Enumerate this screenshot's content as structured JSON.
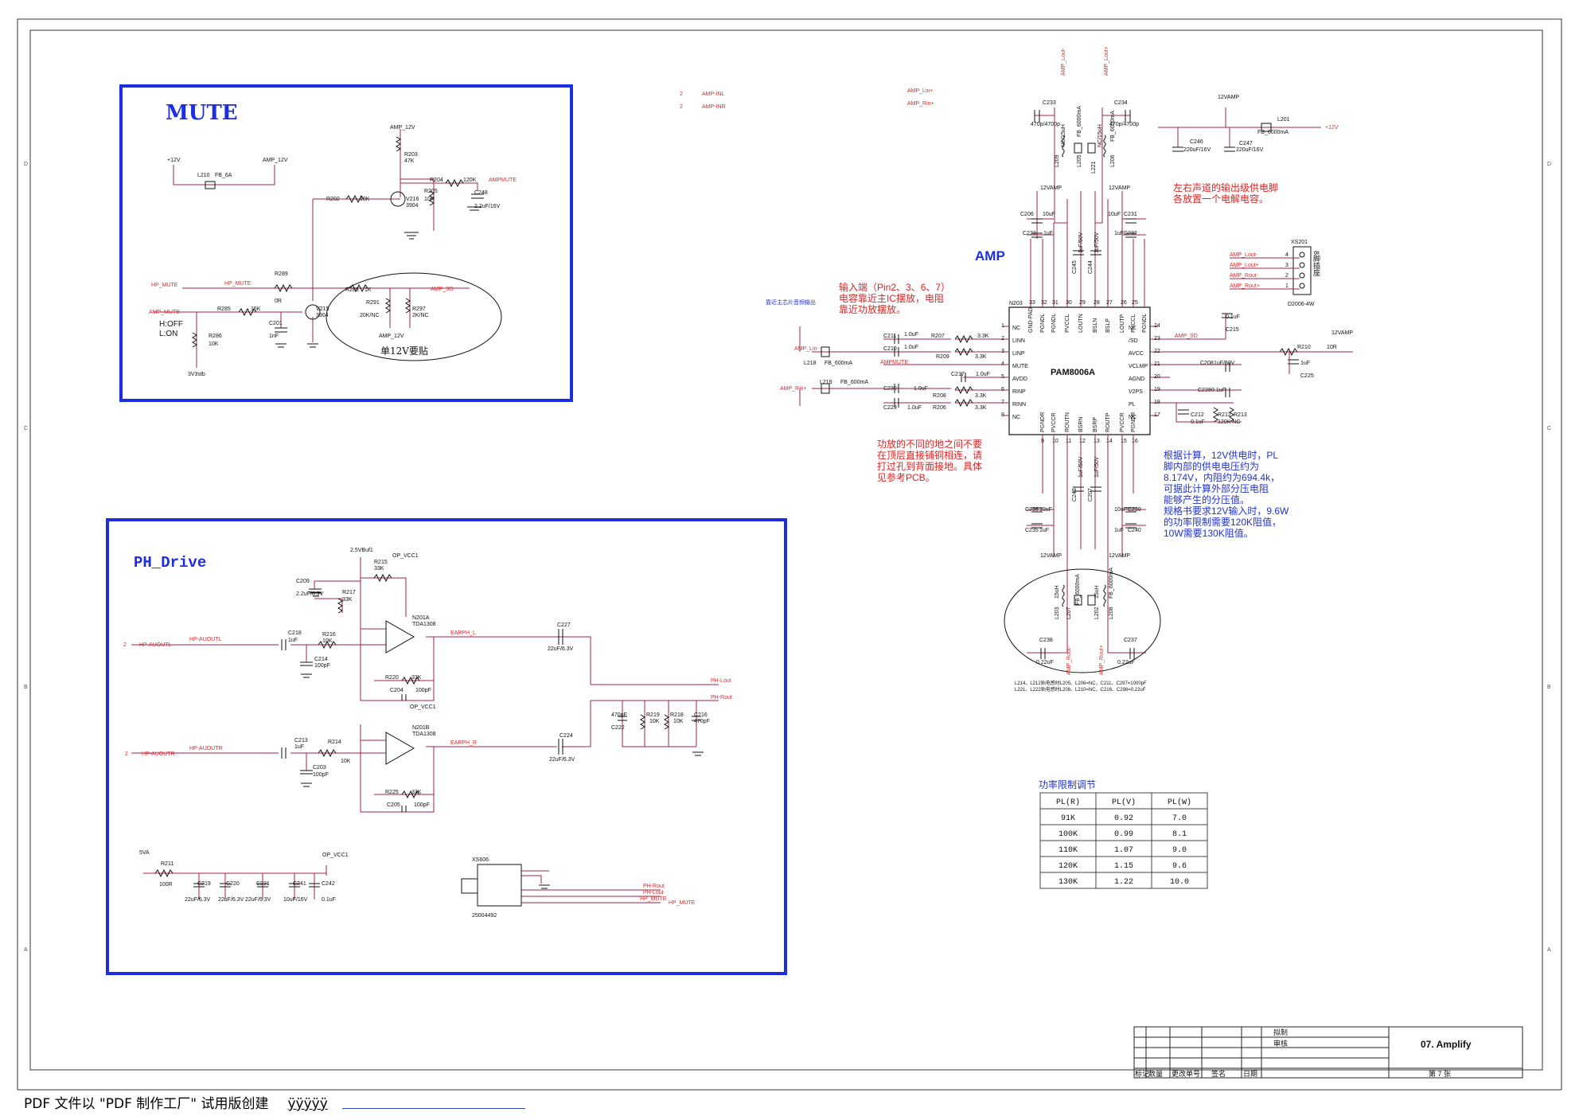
{
  "sheet": {
    "title": "07. Amplify",
    "page_label": "第  7  张",
    "rows": [
      "拟制",
      "审核"
    ],
    "footer_cols": [
      "标记",
      "数量",
      "更改单号",
      "签名",
      "日期"
    ]
  },
  "watermark": {
    "text": "PDF 文件以 \"PDF 制作工厂\" 试用版创建",
    "suffix": "ÿÿÿÿÿ"
  },
  "mute": {
    "title": "MUTE",
    "note_state": [
      "H:OFF",
      "L:ON"
    ],
    "callout": "单12V要贴",
    "nets": {
      "plus12v": "+12V",
      "amp12v_a": "AMP_12V",
      "amp12v_b": "AMP_12V",
      "amp12v_c": "AMP_12V",
      "hp_mute": "HP_MUTE",
      "hp_mute_src": "HP_MUTE",
      "amp_mute_src": "AMP_MUTE",
      "ampmute": "AMPMUTE",
      "amp_sd": "AMP_SD",
      "v3stb": "3V3stb"
    },
    "parts": {
      "l210": "L210",
      "l210v": "FB_6A",
      "r203": "R203",
      "r203v": "47K",
      "r204": "R204",
      "r204v": "120K",
      "r205": "R205",
      "r205v": "10K",
      "c248": "C248",
      "c248v": "2.2uF/16V",
      "r202": "R202",
      "r202v": "10K",
      "v216": "V216",
      "v216v": "3904",
      "r289": "R289",
      "r289v": "0R",
      "r288": "R288",
      "r288v": "1K",
      "r285": "R285",
      "r285v": "15K",
      "v215": "V215",
      "v215v": "3904",
      "r291": "R291",
      "r291v": "20K/NC",
      "r297": "R297",
      "r297v": "2K/NC",
      "r286": "R286",
      "r286v": "10K",
      "c201": "C201",
      "c201v": "1nF"
    }
  },
  "phdrive": {
    "title": "PH_Drive",
    "nets": {
      "v25": "2.5VBuf1",
      "opvcc_a": "OP_VCC1",
      "opvcc_b": "OP_VCC1",
      "opvcc_c": "OP_VCC1",
      "hpoutl": "HP-AUOUTL",
      "hpoutr": "HP-AUOUTR",
      "earphl": "EARPH_L",
      "earphr": "EARPH_R",
      "phlout": "PH-Lout",
      "phrout": "PH-Rout",
      "v5a": "5VA",
      "phrout2": "PH-Rout",
      "phlout2": "PH-Lout",
      "hpmute2": "HP_MUTE",
      "hpmute3": "HP_MUTE",
      "sheet2a": "2",
      "sheet2b": "2"
    },
    "parts": {
      "r215": "R215",
      "r215v": "33K",
      "c209": "C209",
      "c209v": "2.2uF/6.3V",
      "r217": "R217",
      "r217v": "33K",
      "n201a": "N201A",
      "n201av": "TDA1308",
      "n201b": "N201B",
      "n201bv": "TDA1308",
      "c218": "C218",
      "c218v": "1uF",
      "r216": "R216",
      "r216v": "10K",
      "c214": "C214",
      "c214v": "100pF",
      "c227": "C227",
      "c227v": "22uF/6.3V",
      "r220": "R220",
      "r220v": "33K",
      "c204": "C204",
      "c204v": "100pF",
      "c222": "C222",
      "c222v": "470pF",
      "r219": "R219",
      "r219v": "10K",
      "r218": "R218",
      "r218v": "10K",
      "c216": "C216",
      "c216v": "470pF",
      "c213": "C213",
      "c213v": "1uF",
      "r214": "R214",
      "r214v": "10K",
      "c203": "C203",
      "c203v": "100pF",
      "c224": "C224",
      "c224v": "22uF/6.3V",
      "r225": "R225",
      "r225v": "33K",
      "c205": "C205",
      "c205v": "100pF",
      "r211": "R211",
      "r211v": "100R",
      "c219": "C219",
      "c219v": "22uF/6.3V",
      "c220": "C220",
      "c220v": "22uF/6.3V",
      "c221": "C221",
      "c221v": "22uF/6.3V",
      "c241": "C241",
      "c241v": "10uF/16V",
      "c242": "C242",
      "c242v": "0.1uF",
      "xs606": "XS606",
      "xs606v": "25004492"
    }
  },
  "amp": {
    "title": "AMP",
    "chip": "PAM8006A",
    "ref": "N203",
    "note_input": [
      "输入端（Pin2、3、6、7）",
      "电容靠近主IC摆放，电阻",
      "靠近功放摆放。"
    ],
    "note_near": "靠近主芯片音频输出",
    "note_ground": [
      "功放的不同的地之间不要",
      "在顶层直接铺铜相连，请",
      "打过孔到背面接地。具体",
      "见参考PCB。"
    ],
    "note_supply": [
      "左右声道的输出级供电脚",
      "各放置一个电解电容。"
    ],
    "note_pl": [
      "根据计算，12V供电时，PL",
      "脚内部的供电电压约为",
      "8.174V，内阻约为694.4k，",
      "可据此计算外部分压电阻",
      "能够产生的分压值。",
      "规格书要求12V输入时，9.6W",
      "的功率限制需要120K阻值，",
      "10W需要130K阻值。"
    ],
    "bom_note": [
      "L214、L212贴电感时L205、L206=NC，C211、C297=1000pF",
      "L221、L222贴电感时L208、L210=NC，C216、C298=0.22uF"
    ],
    "left_pins": [
      {
        "num": "1",
        "name": "NC"
      },
      {
        "num": "2",
        "name": "LINN"
      },
      {
        "num": "3",
        "name": "LINP"
      },
      {
        "num": "4",
        "name": "MUTE"
      },
      {
        "num": "5",
        "name": "AVDD"
      },
      {
        "num": "6",
        "name": "RINP"
      },
      {
        "num": "7",
        "name": "RINN"
      },
      {
        "num": "8",
        "name": "NC"
      }
    ],
    "right_pins": [
      {
        "num": "24",
        "name": "NC"
      },
      {
        "num": "23",
        "name": "/SD"
      },
      {
        "num": "22",
        "name": "AVCC"
      },
      {
        "num": "21",
        "name": "VCLMP"
      },
      {
        "num": "20",
        "name": "AGND"
      },
      {
        "num": "19",
        "name": "V2PS"
      },
      {
        "num": "18",
        "name": "PL"
      },
      {
        "num": "17",
        "name": "NC"
      }
    ],
    "top_pins": [
      {
        "num": "33",
        "name": "GND-PAD"
      },
      {
        "num": "32",
        "name": "PGNDL"
      },
      {
        "num": "31",
        "name": "PGNDL"
      },
      {
        "num": "30",
        "name": "PVCCL"
      },
      {
        "num": "29",
        "name": "LOUTN"
      },
      {
        "num": "28",
        "name": "BSLN"
      },
      {
        "num": "27",
        "name": "BSLP"
      },
      {
        "num": "26",
        "name": "LOUTP"
      },
      {
        "num": "25",
        "name": "PVCCL"
      },
      {
        "num": "",
        "name": "PGNDL"
      }
    ],
    "bottom_pins": [
      {
        "num": "9",
        "name": "PGNDR"
      },
      {
        "num": "10",
        "name": "PVCCR"
      },
      {
        "num": "11",
        "name": "ROUTN"
      },
      {
        "num": "12",
        "name": "BSRN"
      },
      {
        "num": "13",
        "name": "BSRP"
      },
      {
        "num": "14",
        "name": "ROUTP"
      },
      {
        "num": "15",
        "name": "PVCCR"
      },
      {
        "num": "16",
        "name": "PGNDR"
      }
    ],
    "nets": {
      "ampinl": "AMP-INL",
      "ampinr": "AMP-INR",
      "ampla": "AMP_Lin+",
      "ampra": "AMP_Rin+",
      "ampli": "AMP_Lin-",
      "ampri": "AMP_Rin+",
      "ampmute": "AMPMUTE",
      "ampsd": "AMP_SD",
      "v12a": "12VAMP",
      "v12b": "12VAMP",
      "v12c": "12VAMP",
      "v12d": "12VAMP",
      "v12e": "12VAMP",
      "v12f": "12VAMP",
      "v12g": "12VAMP",
      "plus12": "+12V",
      "lout_m": "AMP_Lout-",
      "lout_p": "AMP_Lout+",
      "rout_m": "AMP_Rout-",
      "rout_p": "AMP_Rout+",
      "s2a": "2",
      "s2b": "2"
    },
    "xs201": {
      "ref": "XS201",
      "part": "D2006-4W",
      "label": "8脚插座",
      "pins": [
        {
          "num": "4",
          "net": "AMP_Lout-"
        },
        {
          "num": "3",
          "net": "AMP_Lout+"
        },
        {
          "num": "2",
          "net": "AMP_Rout-"
        },
        {
          "num": "1",
          "net": "AMP_Rout+"
        }
      ]
    },
    "parts": {
      "c233": "C233",
      "c233v": "470p/4700p",
      "c234": "C234",
      "c234v": "470p/4700p",
      "l209": "L209",
      "l209v": "NC/15uH",
      "l205": "L205",
      "l205v": "FB_6000mA",
      "l221": "L221",
      "l221v": "NC/15uH",
      "l206": "L206",
      "l206v": "FB_6000mA",
      "c206": "C206",
      "c206v": "10uF",
      "c223": "C223",
      "c223v": "1uF",
      "c231": "C231",
      "c231v": "10uF",
      "c232": "C232",
      "c232v": "1uF",
      "c245": "C245",
      "c245v": "1uF/50V",
      "c244": "C244",
      "c244v": "1uF/50V",
      "l201": "L201",
      "l201v": "FB_6000mA",
      "c246": "C246",
      "c246v": "220uF/16V",
      "c247": "C247",
      "c247v": "220uF/16V",
      "c211": "C211",
      "c211v": "1.0uF",
      "c210": "C210",
      "c210v": "1.0uF",
      "r207": "R207",
      "r207v": "3.3K",
      "r209": "R209",
      "r209v": "3.3K",
      "l218": "L218",
      "l218v": "FB_600mA",
      "l219": "L219",
      "l219v": "FB_600mA",
      "c217": "C217",
      "c217v": "1.0uF",
      "c230": "C230",
      "c230v": "1.0uF",
      "c229": "C229",
      "c229v": "1.0uF",
      "r208": "R208",
      "r208v": "3.3K",
      "r206": "R206",
      "r206v": "3.3K",
      "c215": "C215",
      "c215v": "0.1uF",
      "r210": "R210",
      "r210v": "10R",
      "c225": "C225",
      "c225v": "1uF",
      "c208": "C208",
      "c208v": "1uF/50V",
      "c228": "C228",
      "c228v": "0.1uF",
      "c212": "C212",
      "c212v": "0.1uF",
      "r212": "R212",
      "r213": "R213",
      "r213v": "120K NC",
      "c236": "C236",
      "c236v": "10uF",
      "c235": "C235",
      "c235v": "1uF",
      "c239": "C239",
      "c239v": "10uF",
      "c240": "C240",
      "c240v": "1uF",
      "c243": "C243",
      "c243v": "1uF/50V",
      "c207": "C207",
      "c207v": "1uF/50V",
      "l203": "L203",
      "l203v": "15uH",
      "l207": "L207",
      "l207v": "FB_6000mA",
      "l202": "L202",
      "l202v": "15uH",
      "l208": "L208",
      "l208v": "FB_6000mA",
      "c238": "C238",
      "c238v": "0.22uF",
      "c237": "C237",
      "c237v": "0.22uF"
    }
  },
  "power_table": {
    "title": "功率限制调节",
    "headers": [
      "PL(R)",
      "PL(V)",
      "PL(W)"
    ],
    "rows": [
      [
        "91K",
        "0.92",
        "7.0"
      ],
      [
        "100K",
        "0.99",
        "8.1"
      ],
      [
        "110K",
        "1.07",
        "9.0"
      ],
      [
        "120K",
        "1.15",
        "9.6"
      ],
      [
        "130K",
        "1.22",
        "10.0"
      ]
    ]
  },
  "grid": {
    "left": [
      "D",
      "C",
      "B",
      "A"
    ],
    "right": [
      "D",
      "C",
      "B",
      "A"
    ]
  },
  "colors": {
    "frame_blue": "#1c2ee0",
    "net_red": "#e02a2a",
    "part_dark": "#111111",
    "wire": "#a02050",
    "note_red": "#e02222",
    "note_blue": "#2233cc"
  }
}
